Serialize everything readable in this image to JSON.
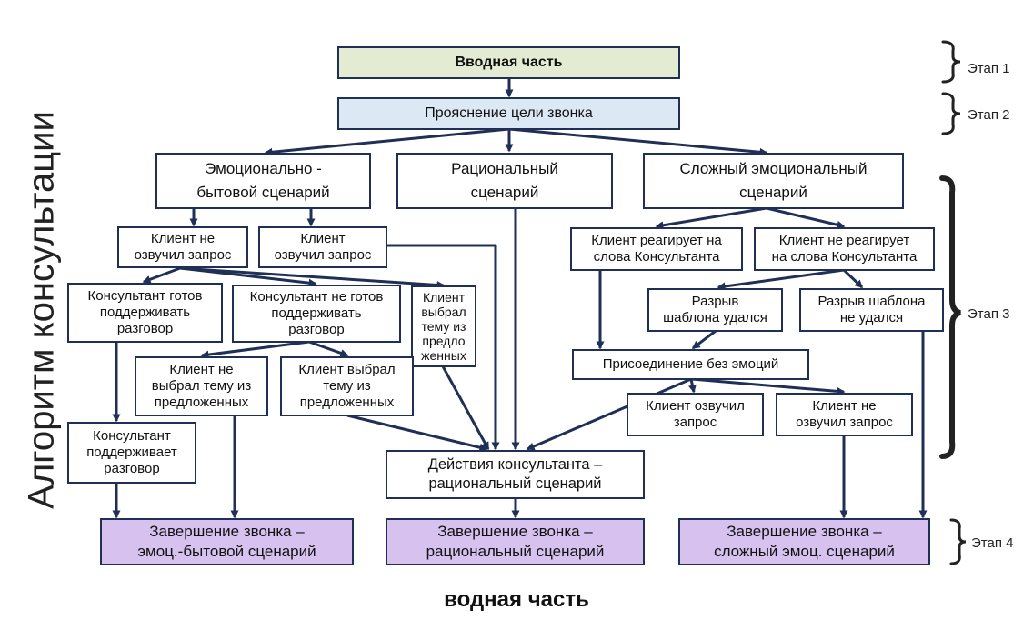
{
  "side_title": "Алгоритм консультации",
  "caption": "водная часть",
  "stages": {
    "s1": "Этап 1",
    "s2": "Этап 2",
    "s3": "Этап 3",
    "s4": "Этап 4"
  },
  "nodes": {
    "intro": "Вводная часть",
    "purpose": "Прояснение цели звонка",
    "emo_scenario": "Эмоционально -\nбытовой сценарий",
    "rational_scenario": "Рациональный\nсценарий",
    "complex_scenario": "Сложный эмоциональный\nсценарий",
    "emo_no_request": "Клиент не\nозвучил запрос",
    "emo_request": "Клиент\nозвучил запрос",
    "consultant_ready": "Консультант готов\nподдерживать\nразговор",
    "consultant_not_ready": "Консультант не готов\nподдерживать\nразговор",
    "client_chose_topic_small": "Клиент\nвыбрал\nтему из\nпредло\nженных",
    "client_not_chose": "Клиент не\nвыбрал тему из\nпредложенных",
    "client_chose_topic": "Клиент выбрал\nтему из\nпредложенных",
    "consultant_supports": "Консультант\nподдерживает\nразговор",
    "consultant_actions": "Действия консультанта –\nрациональный сценарий",
    "client_reacts": "Клиент реагирует на\nслова Консультанта",
    "client_not_reacts": "Клиент не реагирует\nна слова Консультанта",
    "break_success": "Разрыв\nшаблона удался",
    "break_fail": "Разрыв шаблона\n не  удался",
    "joining": "Присоединение  без эмоций",
    "complex_request": "Клиент озвучил\nзапрос",
    "complex_no_request": "Клиент не\nозвучил запрос",
    "end_emo": "Завершение звонка –\nэмоц.-бытовой сценарий",
    "end_rational": "Завершение звонка –\nрациональный сценарий",
    "end_complex": "Завершение звонка –\nсложный эмоц. сценарий"
  },
  "colors": {
    "line": "#1f2f55",
    "intro_fill": "#e3ecd3",
    "purpose_fill": "#dde8f5",
    "final_fill": "#d7c1ee"
  }
}
